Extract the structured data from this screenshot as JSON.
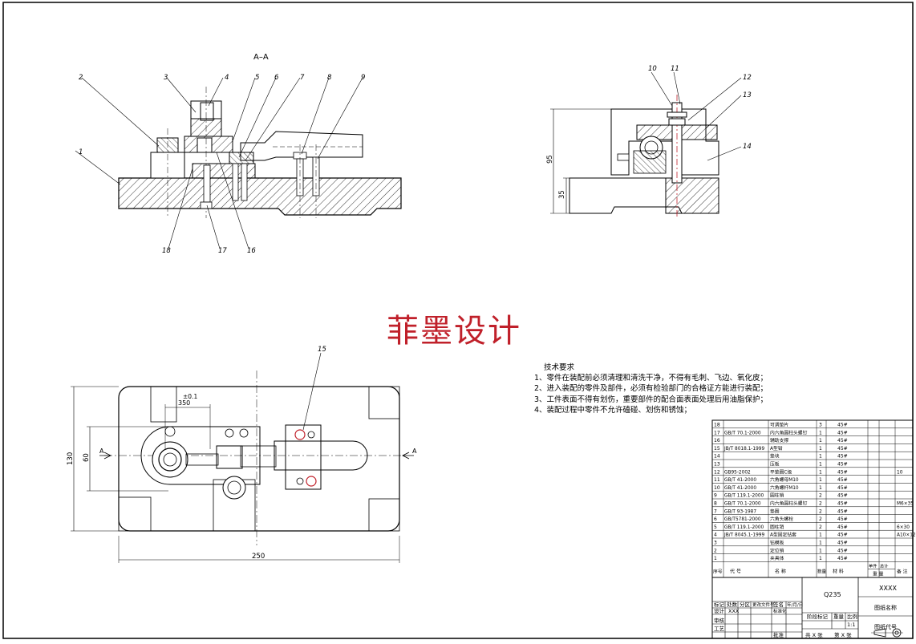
{
  "watermark": "菲墨设计",
  "section_label": "A–A",
  "section_arrow_label": "A",
  "callouts": {
    "n1": "1",
    "n2": "2",
    "n3": "3",
    "n4": "4",
    "n5": "5",
    "n6": "6",
    "n7": "7",
    "n8": "8",
    "n9": "9",
    "n10": "10",
    "n11": "11",
    "n12": "12",
    "n13": "13",
    "n14": "14",
    "n15": "15",
    "n16": "16",
    "n17": "17",
    "n18": "18"
  },
  "dimensions": {
    "d95": "95",
    "d35": "35",
    "d350": "350",
    "d01": "±0.1",
    "d130": "130",
    "d60": "60",
    "d250": "250"
  },
  "tech_requirements": {
    "title": "技术要求",
    "items": [
      "1、零件在装配前必须清理和清洗干净，不得有毛刺、飞边、氧化皮；",
      "2、进入装配的零件及部件，必须有检验部门的合格证方能进行装配；",
      "3、工件表面不得有划伤，重要部件的配合面表面处理后用油脂保护；",
      "4、装配过程中零件不允许磕碰、划伤和锈蚀；"
    ]
  },
  "bom": {
    "rows": [
      {
        "no": "18",
        "code": "",
        "name": "可调垫片",
        "qty": "3",
        "mat": "45#",
        "note": ""
      },
      {
        "no": "17",
        "code": "GB/T 70.1-2000",
        "name": "内六角圆柱头螺钉",
        "qty": "1",
        "mat": "45#",
        "note": ""
      },
      {
        "no": "16",
        "code": "",
        "name": "辅助支撑",
        "qty": "1",
        "mat": "45#",
        "note": ""
      },
      {
        "no": "15",
        "code": "JB/T 8018.1-1999",
        "name": "A型钳",
        "qty": "1",
        "mat": "45#",
        "note": ""
      },
      {
        "no": "14",
        "code": "",
        "name": "垫块",
        "qty": "1",
        "mat": "45#",
        "note": ""
      },
      {
        "no": "13",
        "code": "",
        "name": "压板",
        "qty": "1",
        "mat": "45#",
        "note": ""
      },
      {
        "no": "12",
        "code": "GB95-2002",
        "name": "平垫圈C级",
        "qty": "1",
        "mat": "45#",
        "note": "10"
      },
      {
        "no": "11",
        "code": "GB/T 41-2000",
        "name": "六角螺母M10",
        "qty": "1",
        "mat": "45#",
        "note": ""
      },
      {
        "no": "10",
        "code": "GB/T 41-2000",
        "name": "六角螺杆M10",
        "qty": "1",
        "mat": "45#",
        "note": ""
      },
      {
        "no": "9",
        "code": "GB/T 119.1-2000",
        "name": "圆柱销",
        "qty": "2",
        "mat": "45#",
        "note": ""
      },
      {
        "no": "8",
        "code": "GB/T 70.1-2000",
        "name": "内六角圆柱头螺钉",
        "qty": "2",
        "mat": "45#",
        "note": "M6×35"
      },
      {
        "no": "7",
        "code": "GB/T 93-1987",
        "name": "垫圈",
        "qty": "2",
        "mat": "45#",
        "note": ""
      },
      {
        "no": "6",
        "code": "GB/T5781-2000",
        "name": "六角头螺栓",
        "qty": "2",
        "mat": "45#",
        "note": ""
      },
      {
        "no": "5",
        "code": "GB/T 119.1-2000",
        "name": "圆柱销",
        "qty": "2",
        "mat": "45#",
        "note": "6×30"
      },
      {
        "no": "4",
        "code": "JB/T 8045.1-1999",
        "name": "A型固定钻套",
        "qty": "1",
        "mat": "45#",
        "note": "A10×12"
      },
      {
        "no": "3",
        "code": "",
        "name": "钻模板",
        "qty": "1",
        "mat": "45#",
        "note": ""
      },
      {
        "no": "2",
        "code": "",
        "name": "定位销",
        "qty": "1",
        "mat": "45#",
        "note": ""
      },
      {
        "no": "1",
        "code": "",
        "name": "夹具体",
        "qty": "1",
        "mat": "45#",
        "note": ""
      }
    ],
    "header": {
      "no": "序号",
      "code": "代   号",
      "name": "名   称",
      "qty": "数量",
      "mat": "材   料",
      "unit_weight": "单件",
      "total_weight": "总计",
      "weight": "重 量",
      "note": "备 注"
    }
  },
  "title_block": {
    "material": "Q235",
    "company": "XXXX",
    "drawing_name": "图纸名称",
    "drawing_code": "图纸代号",
    "stage_mark": "阶段标记",
    "weight": "重量",
    "scale": "比例",
    "scale_value": "1:1",
    "sheets_total": "共 X 张",
    "sheet_no": "第 X 张",
    "row_mark": "标记",
    "row_count": "处数",
    "row_zone": "分区",
    "row_change": "更改文件号",
    "row_sign": "签名",
    "row_date": "年/月/日",
    "designer": "设计",
    "designer_name": "XXX",
    "standardize": "标准化",
    "reviewer": "审核",
    "process": "工艺",
    "approve": "批准"
  }
}
